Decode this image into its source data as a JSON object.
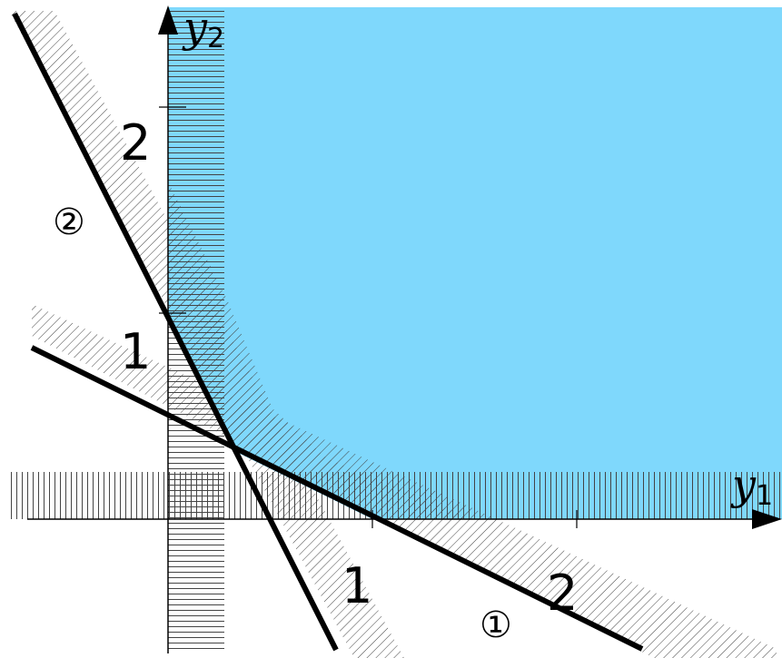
{
  "axes": {
    "x_label": "y",
    "x_label_sub": "1",
    "y_label": "y",
    "y_label_sub": "2",
    "x_ticks": [
      "1",
      "2"
    ],
    "y_ticks": [
      "1",
      "2"
    ]
  },
  "lines": [
    {
      "label": "①",
      "equation": "y1 + 2 y2 = 1"
    },
    {
      "label": "②",
      "equation": "2 y1 + y2 = 1"
    }
  ],
  "colors": {
    "feasible_region": "#7fd8fc",
    "lines": "#000000",
    "hatch": "#444444"
  }
}
